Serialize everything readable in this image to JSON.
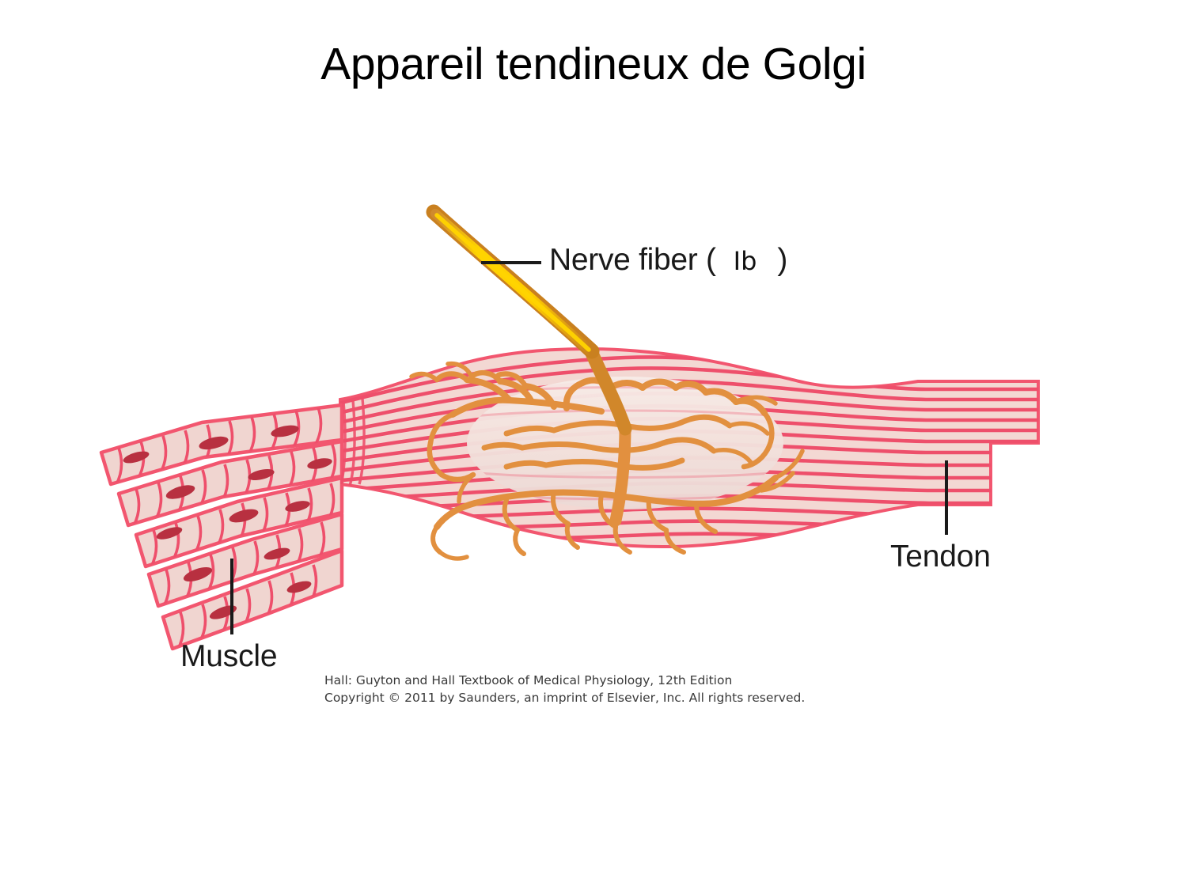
{
  "slide": {
    "title": "Appareil tendineux de Golgi",
    "background_color": "#ffffff"
  },
  "figure": {
    "name": "golgi-tendon-organ-diagram",
    "description": "Anatomical illustration of a Golgi tendon organ at the musculotendinous junction",
    "colors": {
      "collagen_line": "#ee4f6b",
      "collagen_fill": "#f3d8d3",
      "muscle_outline": "#f2566f",
      "muscle_fill": "#f0d5d0",
      "muscle_nucleus": "#b83040",
      "nerve_core": "#ffd400",
      "nerve_edge": "#d1872a",
      "nerve_branch": "#e2903f",
      "capsule_fill": "#f6e8e4",
      "leader_line": "#1a1a1a"
    }
  },
  "labels": {
    "nerve_fiber": {
      "prefix": "Nerve fiber (",
      "subtype": "Ib",
      "suffix": ")"
    },
    "tendon": "Tendon",
    "muscle": "Muscle"
  },
  "credit": {
    "line1": "Hall: Guyton and Hall Textbook of Medical Physiology, 12th Edition",
    "line2": "Copyright © 2011 by Saunders, an imprint of Elsevier, Inc. All rights reserved."
  }
}
